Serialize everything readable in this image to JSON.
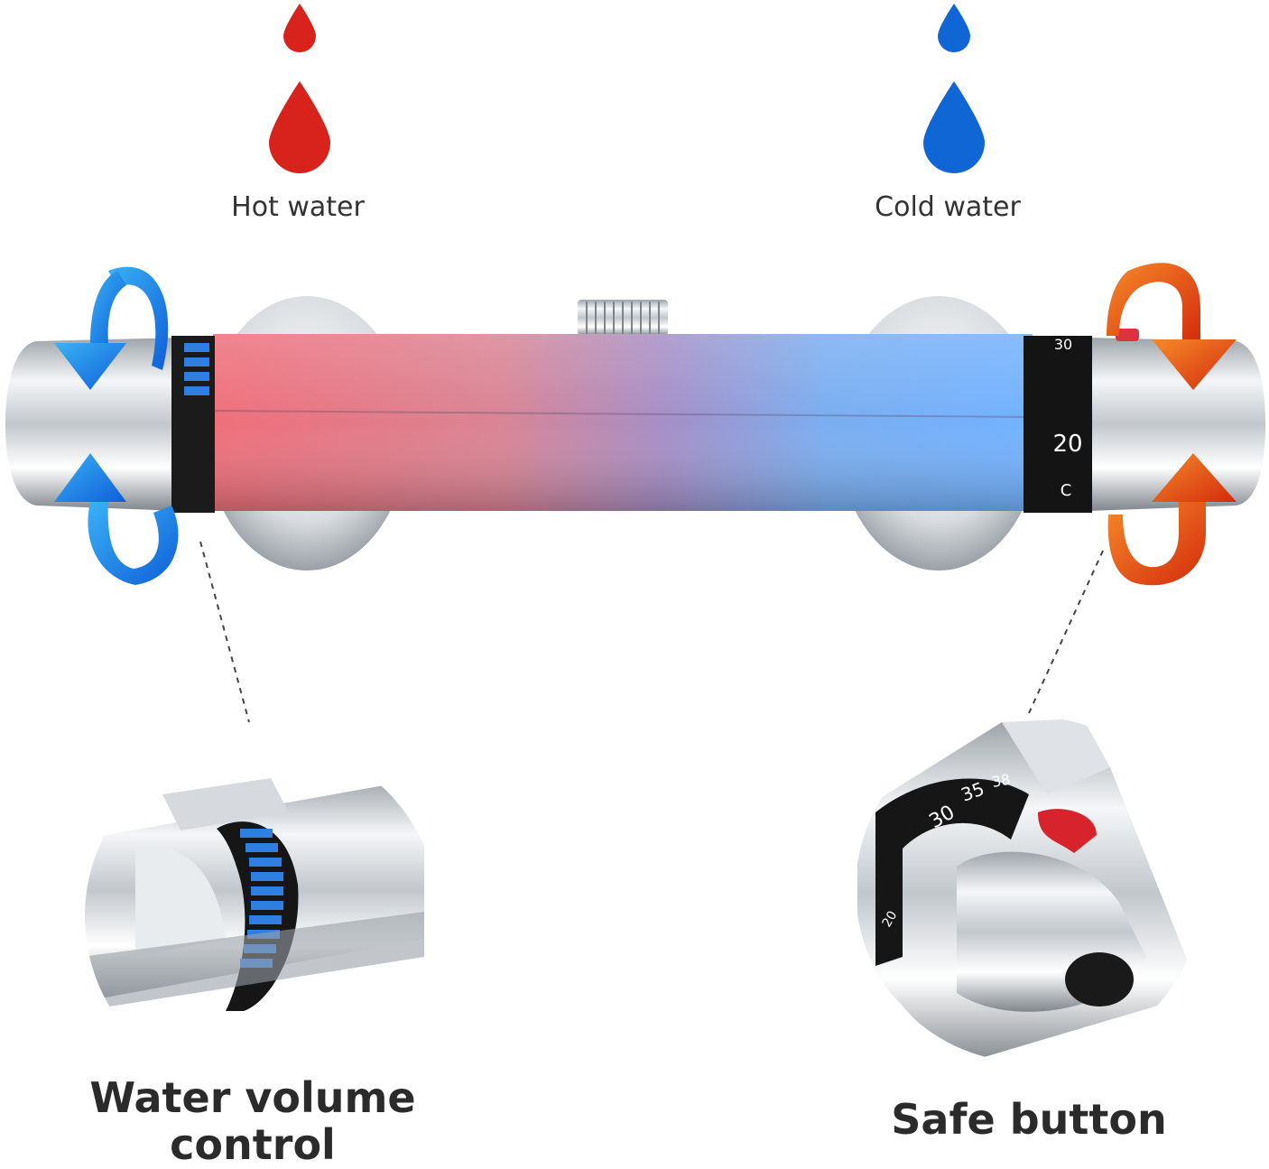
{
  "labels": {
    "hot_water": "Hot water",
    "cold_water": "Cold water",
    "water_volume_line1": "Water volume",
    "water_volume_line2": "control",
    "safe_button": "Safe button"
  },
  "dial": {
    "main_30": "30",
    "main_20": "20",
    "main_c": "C",
    "zoom_38": "38",
    "zoom_35": "35",
    "zoom_30": "30",
    "zoom_20": "20"
  },
  "colors": {
    "hot": "#d8231c",
    "cold": "#1166d6",
    "arrow_blue": "#1e9be8",
    "arrow_orange": "#f2581c",
    "chrome": "#cfd3d8",
    "text": "#333333"
  },
  "icons": {
    "hot_drop": "water-drop-icon",
    "cold_drop": "water-drop-icon",
    "rotate_left": "rotate-arrow-icon",
    "rotate_right": "rotate-arrow-icon"
  }
}
